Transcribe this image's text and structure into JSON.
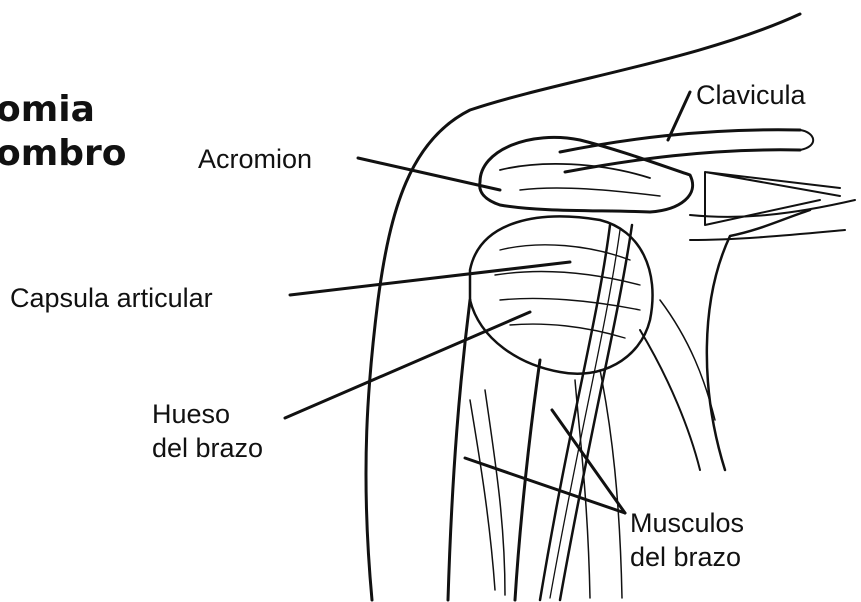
{
  "title": {
    "line1": "omia",
    "line2": "ombro"
  },
  "labels": {
    "clavicle": "Clavicula",
    "acromion": "Acromion",
    "capsule": "Capsula articular",
    "humerus_line1": "Hueso",
    "humerus_line2": "del brazo",
    "muscles_line1": "Musculos",
    "muscles_line2": "del brazo"
  },
  "colors": {
    "ink": "#111111",
    "background": "#ffffff"
  }
}
